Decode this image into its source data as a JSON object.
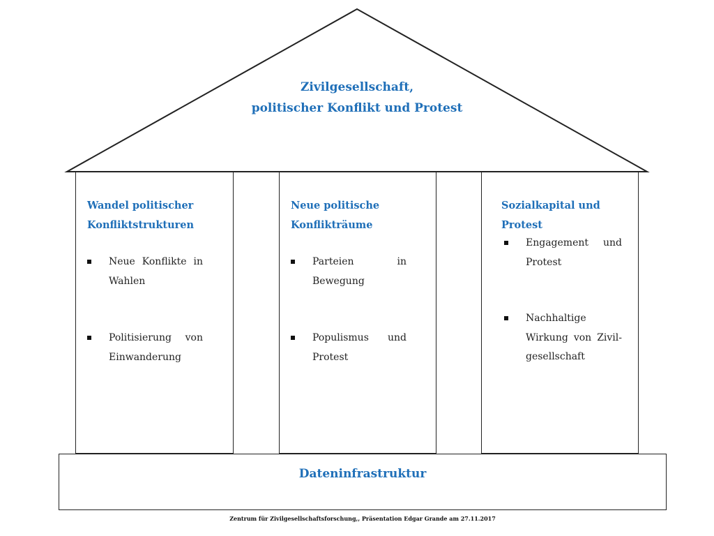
{
  "roof": {
    "title_line1": "Zivilgesellschaft,",
    "title_line2": "politischer Konflikt und  Protest"
  },
  "pillars": [
    {
      "heading": "Wandel politischer Konfliktstrukturen",
      "bullets": [
        "Neue Konflikte in Wahlen",
        "Politisierung von Einwanderung"
      ]
    },
    {
      "heading": "Neue politische Konflikträume",
      "bullets": [
        "Parteien in Bewegung",
        "Populismus und Protest"
      ]
    },
    {
      "heading": "Sozialkapital und Protest",
      "bullets": [
        "Engagement und Protest",
        "Nachhaltige Wirkung von Zivil-gesellschaft"
      ]
    }
  ],
  "base": {
    "title": "Dateninfrastruktur"
  },
  "footer": "Zentrum für Zivilgesellschaftsforschung,, Präsentation  Edgar Grande am 27.11.2017",
  "colors": {
    "heading": "#1f6fb8",
    "line": "#222222"
  }
}
